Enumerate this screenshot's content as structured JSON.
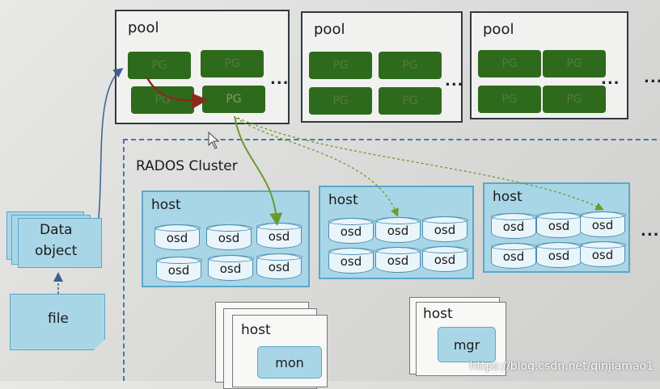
{
  "pools": [
    {
      "label": "pool",
      "pgs": [
        "PG",
        "PG",
        "PG",
        "PG"
      ],
      "more": "..."
    },
    {
      "label": "pool",
      "pgs": [
        "PG",
        "PG",
        "PG",
        "PG"
      ],
      "more": "..."
    },
    {
      "label": "pool",
      "pgs": [
        "PG",
        "PG",
        "PG",
        "PG"
      ],
      "more": "..."
    }
  ],
  "pools_more": "...",
  "cluster": {
    "title": "RADOS Cluster",
    "hosts": [
      {
        "label": "host",
        "osds": [
          "osd",
          "osd",
          "osd",
          "osd",
          "osd",
          "osd"
        ]
      },
      {
        "label": "host",
        "osds": [
          "osd",
          "osd",
          "osd",
          "osd",
          "osd",
          "osd"
        ]
      },
      {
        "label": "host",
        "osds": [
          "osd",
          "osd",
          "osd",
          "osd",
          "osd",
          "osd"
        ]
      }
    ],
    "more": "..."
  },
  "data_object": {
    "line1": "Data",
    "line2": "object"
  },
  "file": {
    "label": "file"
  },
  "mon_host": {
    "label": "host",
    "service": "mon"
  },
  "mgr_host": {
    "label": "host",
    "service": "mgr"
  },
  "watermark": "https://blog.csdn.net/qinjiamao1",
  "colors": {
    "pg_fill": "#2e6a1c",
    "host_fill": "#a9d6e6",
    "host_border": "#5aa7c9",
    "cluster_border": "#4d73a8",
    "arrow_red": "#8b2a1c",
    "arrow_green": "#6a9a2a",
    "arrow_blue": "#3d5f8f"
  }
}
